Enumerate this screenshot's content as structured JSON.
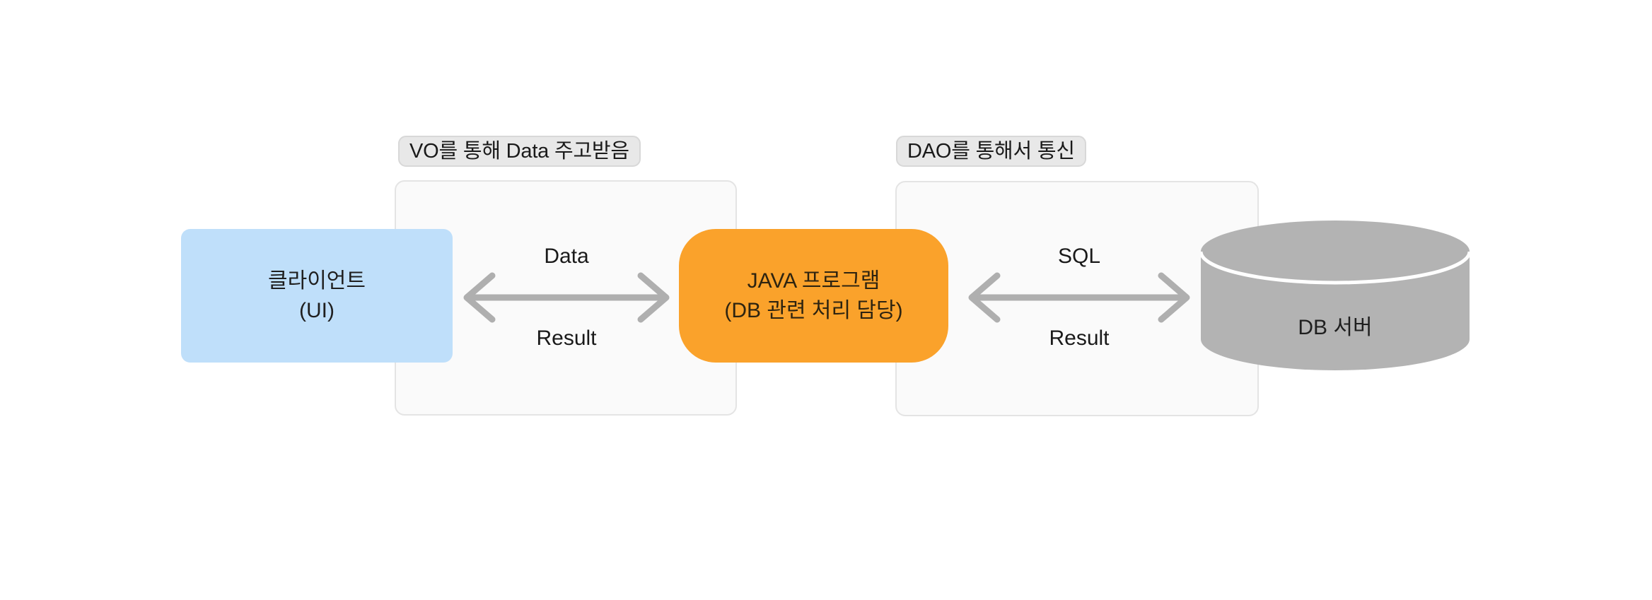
{
  "diagram": {
    "groups": [
      {
        "caption": "VO를 통해 Data 주고받음",
        "name": "vo-layer"
      },
      {
        "caption": "DAO를 통해서 통신",
        "name": "dao-layer"
      }
    ],
    "nodes": {
      "client": {
        "line1": "클라이언트",
        "line2": "(UI)",
        "color": "#BFDFFA"
      },
      "java": {
        "line1": "JAVA 프로그램",
        "line2": "(DB 관련 처리 담당)",
        "color": "#FAA22B"
      },
      "db": {
        "label": "DB 서버",
        "color": "#B3B3B3"
      }
    },
    "arrows": [
      {
        "name": "client-java",
        "above": "Data",
        "below": "Result",
        "color": "#AFAFAF"
      },
      {
        "name": "java-db",
        "above": "SQL",
        "below": "Result",
        "color": "#AFAFAF"
      }
    ]
  }
}
